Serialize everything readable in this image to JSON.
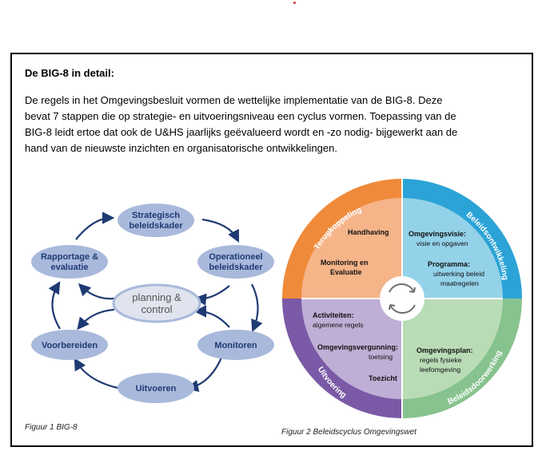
{
  "heading": "De BIG-8 in detail:",
  "paragraph_lines": [
    "De regels in het Omgevingsbesluit vormen de wettelijke implementatie van de BIG-8. Deze",
    "bevat 7 stappen die op strategie- en uitvoeringsniveau een cyclus vormen. Toepassing van de",
    "BIG-8 leidt ertoe dat ook de U&HS jaarlijks geëvalueerd wordt en -zo nodig- bijgewerkt aan de",
    "hand van de nieuwste inzichten en organisatorische ontwikkelingen."
  ],
  "figure1": {
    "caption": "Figuur 1 BIG-8",
    "nodes": {
      "strategisch": [
        "Strategisch",
        "beleidskader"
      ],
      "operationeel": [
        "Operationeel",
        "beleidskader"
      ],
      "rapportage": [
        "Rapportage &",
        "evaluatie"
      ],
      "planning": [
        "planning &",
        "control"
      ],
      "voorbereiden": [
        "Voorbereiden"
      ],
      "monitoren": [
        "Monitoren"
      ],
      "uitvoeren": [
        "Uitvoeren"
      ]
    },
    "colors": {
      "node_fill": "#a9b9dc",
      "node_text": "#1f3a73",
      "arrow": "#1f3a73"
    }
  },
  "figure2": {
    "caption": "Figuur 2 Beleidscyclus Omgevingswet",
    "ring_labels": {
      "terugkoppeling": "Terugkoppeling",
      "beleidsontwikkeling": "Beleidsontwikkeling",
      "uitvoering": "Uitvoering",
      "beleidsdoorwerking": "Beleidsdoorwerking"
    },
    "quadrants": {
      "top_left": {
        "handhaving": "Handhaving",
        "monitoring": [
          "Monitoring en",
          "Evaluatie"
        ]
      },
      "top_right": {
        "visie_title": "Omgevingsvisie:",
        "visie_sub": "visie en opgaven",
        "programma_title": "Programma:",
        "programma_sub": [
          "uitwerking beleid",
          "maatregelen"
        ]
      },
      "bottom_left": {
        "activiteiten_title": "Activiteiten:",
        "activiteiten_sub": "algemene regels",
        "vergunning_title": "Omgevingsvergunning:",
        "vergunning_sub": "toetsing",
        "toezicht": "Toezicht"
      },
      "bottom_right": {
        "plan_title": "Omgevingsplan:",
        "plan_sub": [
          "regels fysieke",
          "leefomgeving"
        ]
      }
    },
    "colors": {
      "ring_orange": "#ef8a3a",
      "ring_blue": "#2ba3d6",
      "ring_purple": "#7a5aa6",
      "ring_green": "#87c38f",
      "q_orange": "#f6b489",
      "q_blue": "#93d2e9",
      "q_purple": "#bfaed5",
      "q_green": "#b9dcb6"
    }
  }
}
